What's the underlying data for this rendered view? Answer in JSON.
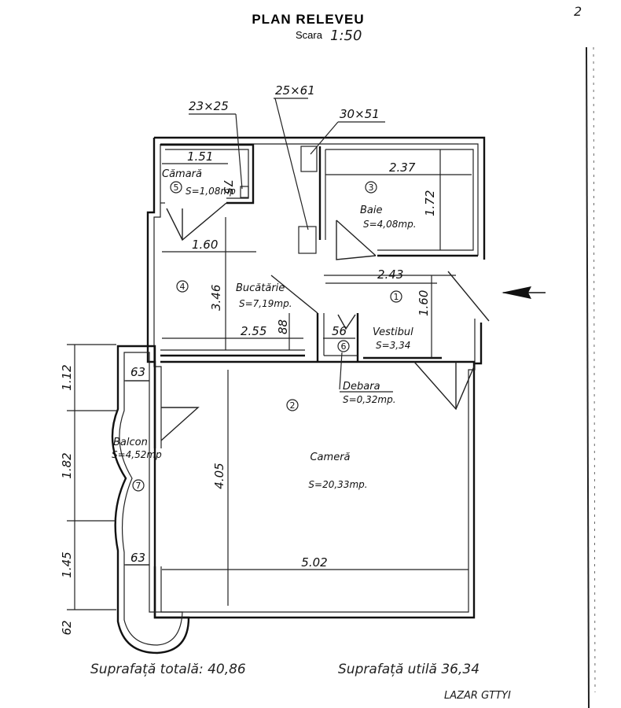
{
  "header": {
    "title": "PLAN RELEVEU",
    "scale_label": "Scara",
    "scale_value": "1:50",
    "corner_mark": "2"
  },
  "openings": {
    "left": "23×25",
    "middle": "25×61",
    "right": "30×51"
  },
  "rooms": [
    {
      "num": "5",
      "name": "Cămară",
      "area": "S=1,08mp"
    },
    {
      "num": "3",
      "name": "Baie",
      "area": "S=4,08mp."
    },
    {
      "num": "4",
      "name": "Bucătărie",
      "area": "S=7,19mp."
    },
    {
      "num": "1",
      "name": "Vestibul",
      "area": "S=3,34"
    },
    {
      "num": "6",
      "name": "Debara",
      "area": "S=0,32mp."
    },
    {
      "num": "2",
      "name": "Cameră",
      "area": "S=20,33mp."
    },
    {
      "num": "7",
      "name": "Balcon",
      "area": "S=4,52mp"
    }
  ],
  "dimensions": {
    "camara_w": "1.51",
    "camara_h": "75",
    "baie_w": "2.37",
    "baie_h": "1.72",
    "kitchen_top": "1.60",
    "kitchen_h": "3.46",
    "kitchen_w": "2.55",
    "kitchen_88": "88",
    "vestibul_w": "2.43",
    "vestibul_h": "1.60",
    "debara_w": "56",
    "balcon_top": "63",
    "balcon_bottom": "63",
    "left_1": "1.12",
    "left_2": "1.82",
    "left_3": "1.45",
    "left_4": "62",
    "camera_h": "4.05",
    "camera_w": "5.02"
  },
  "footer": {
    "total": "Suprafață totală: 40,86",
    "useful": "Suprafață utilă 36,34",
    "signature": "LAZAR GTTYI"
  }
}
